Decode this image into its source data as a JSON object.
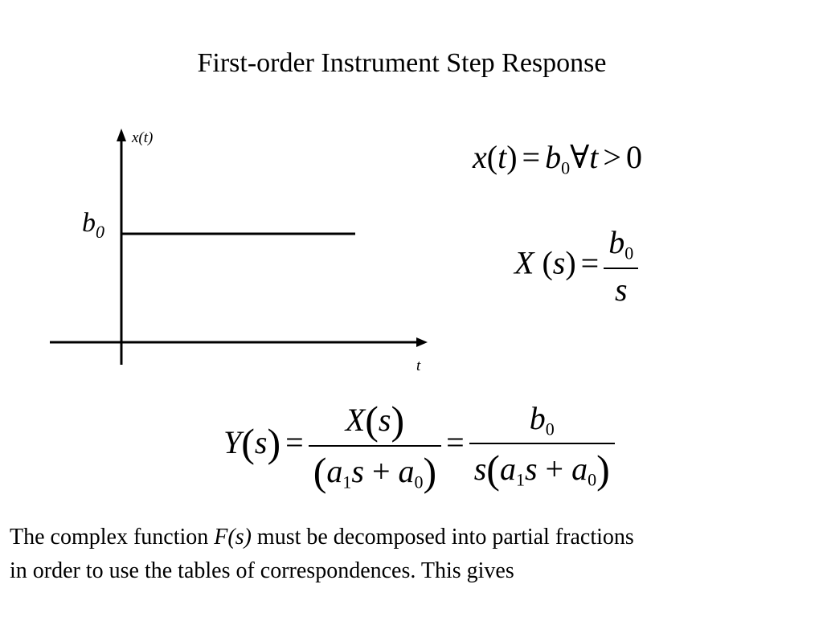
{
  "slide": {
    "title": "First-order Instrument Step Response"
  },
  "graph": {
    "y_axis_label": "x(t)",
    "x_axis_label": "t",
    "level_label_base": "b",
    "level_label_sub": "0"
  },
  "equations": {
    "step_input": "x(t) = b0 ∀ t > 0",
    "laplace_input": "X(s) = b0 / s",
    "output": "Y(s) = X(s) / (a1 s + a0) = b0 / ( s (a1 s + a0) )"
  },
  "text": {
    "line1_prefix": "The complex function ",
    "function_name": "F(s)",
    "line1_suffix": " must be decomposed into partial fractions",
    "line2": "in order to use the tables of correspondences. This gives"
  }
}
